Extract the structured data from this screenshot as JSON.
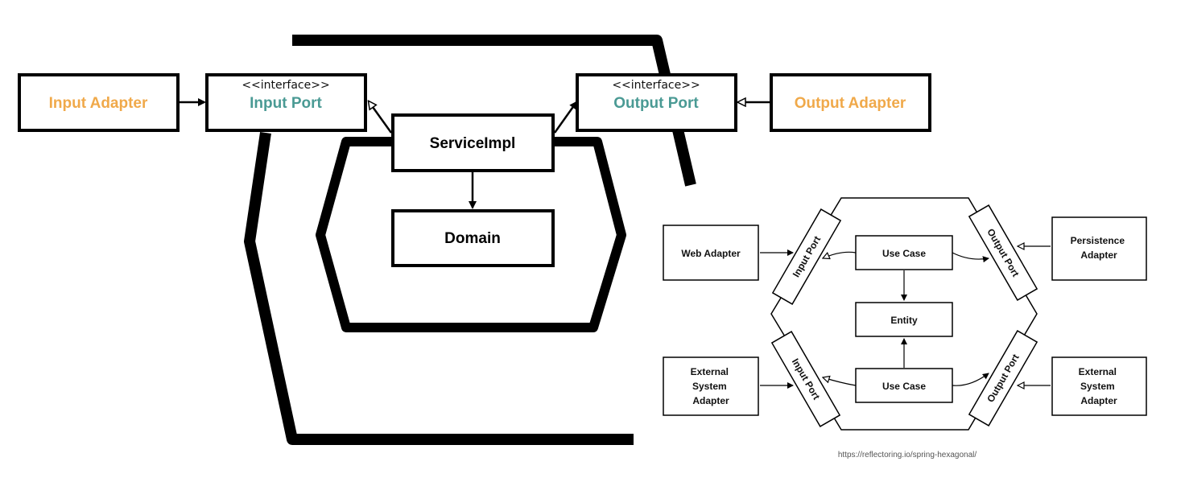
{
  "colors": {
    "adapter": "#F0A94A",
    "port": "#4A9A94",
    "ink": "#000000"
  },
  "left_diagram": {
    "input_adapter": "Input Adapter",
    "input_port_stereotype": "<<interface>>",
    "input_port": "Input Port",
    "output_port_stereotype": "<<interface>>",
    "output_port": "Output Port",
    "output_adapter": "Output Adapter",
    "service_impl": "ServiceImpl",
    "domain": "Domain"
  },
  "right_diagram": {
    "web_adapter": "Web Adapter",
    "persistence_adapter": [
      "Persistence",
      "Adapter"
    ],
    "external_adapter_left": [
      "External",
      "System",
      "Adapter"
    ],
    "external_adapter_right": [
      "External",
      "System",
      "Adapter"
    ],
    "input_port_top": "Input Port",
    "input_port_bottom": "Input Port",
    "output_port_top": "Output Port",
    "output_port_bottom": "Output Port",
    "use_case_top": "Use Case",
    "use_case_bottom": "Use Case",
    "entity": "Entity",
    "source_url": "https://reflectoring.io/spring-hexagonal/"
  }
}
